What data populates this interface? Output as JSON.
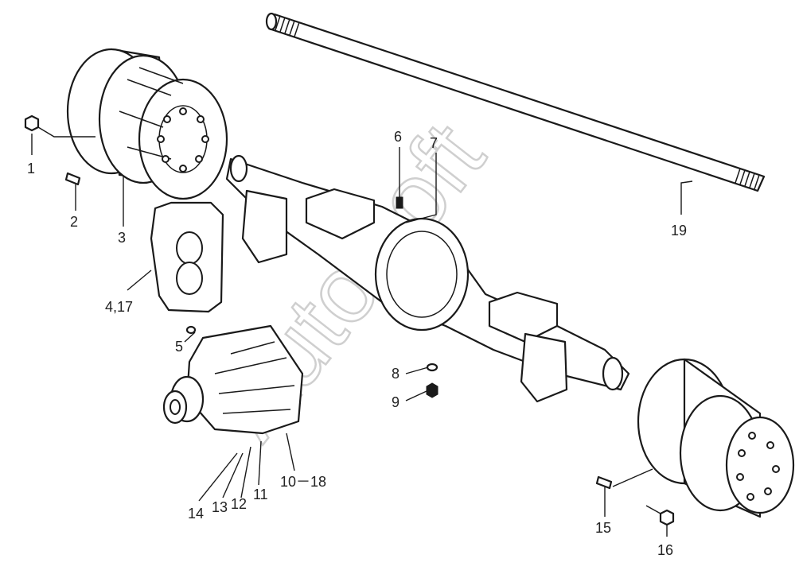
{
  "watermark": "AutoSoft",
  "callouts": {
    "c1": "1",
    "c2": "2",
    "c3": "3",
    "c4": "4,17",
    "c5": "5",
    "c6": "6",
    "c7": "7",
    "c8": "8",
    "c9": "9",
    "c10": "10－18",
    "c11": "11",
    "c12": "12",
    "c13": "13",
    "c14": "14",
    "c15": "15",
    "c16": "16",
    "c19": "19"
  }
}
